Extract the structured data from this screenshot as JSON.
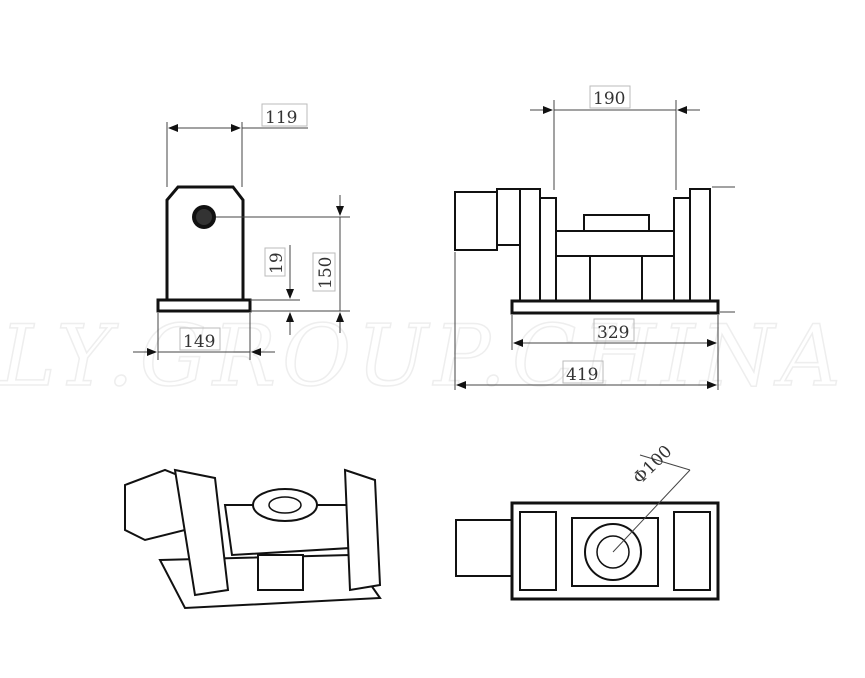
{
  "watermark": "LY.GROUP.CHINA",
  "front_view": {
    "width_top": "119",
    "base_height": "19",
    "center_height": "150",
    "base_width": "149"
  },
  "side_view": {
    "spacing": "190",
    "base_length": "329",
    "overall_length": "419"
  },
  "top_view": {
    "diameter": "Φ100"
  }
}
